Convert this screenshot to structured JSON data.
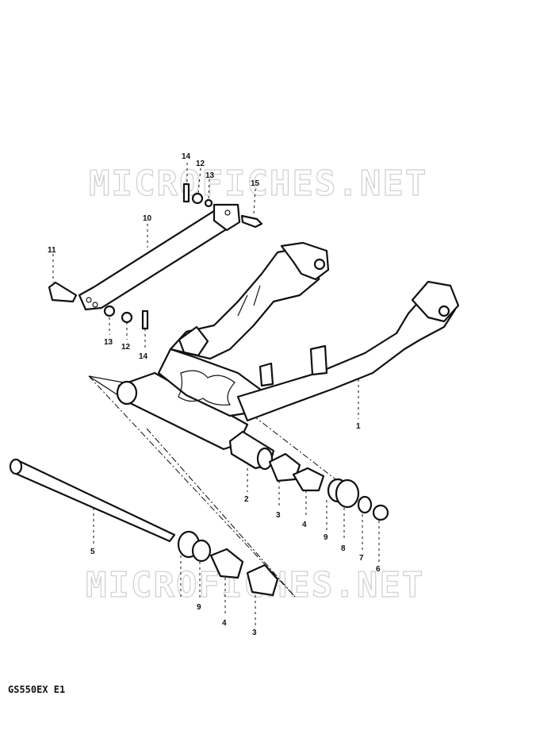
{
  "watermark": "MICROFICHES.NET",
  "footer_code": "GS550EX E1",
  "parts": [
    {
      "key": "p1",
      "number": "1",
      "name": "swingarm"
    },
    {
      "key": "p2",
      "number": "2",
      "name": "pivot-bushing"
    },
    {
      "key": "p3a",
      "number": "3",
      "name": "bearing"
    },
    {
      "key": "p3b",
      "number": "3",
      "name": "bearing"
    },
    {
      "key": "p4a",
      "number": "4",
      "name": "spacer"
    },
    {
      "key": "p4b",
      "number": "4",
      "name": "spacer"
    },
    {
      "key": "p5",
      "number": "5",
      "name": "pivot-shaft"
    },
    {
      "key": "p6",
      "number": "6",
      "name": "nut"
    },
    {
      "key": "p7",
      "number": "7",
      "name": "washer"
    },
    {
      "key": "p8",
      "number": "8",
      "name": "cap"
    },
    {
      "key": "p9a",
      "number": "9",
      "name": "seal"
    },
    {
      "key": "p9b",
      "number": "9",
      "name": "seal"
    },
    {
      "key": "p10",
      "number": "10",
      "name": "torque-link"
    },
    {
      "key": "p11",
      "number": "11",
      "name": "bolt"
    },
    {
      "key": "p12a",
      "number": "12",
      "name": "nut"
    },
    {
      "key": "p12b",
      "number": "12",
      "name": "nut"
    },
    {
      "key": "p13a",
      "number": "13",
      "name": "washer"
    },
    {
      "key": "p13b",
      "number": "13",
      "name": "washer"
    },
    {
      "key": "p14a",
      "number": "14",
      "name": "cotter-pin"
    },
    {
      "key": "p14b",
      "number": "14",
      "name": "cotter-pin"
    },
    {
      "key": "p15",
      "number": "15",
      "name": "bolt"
    }
  ]
}
